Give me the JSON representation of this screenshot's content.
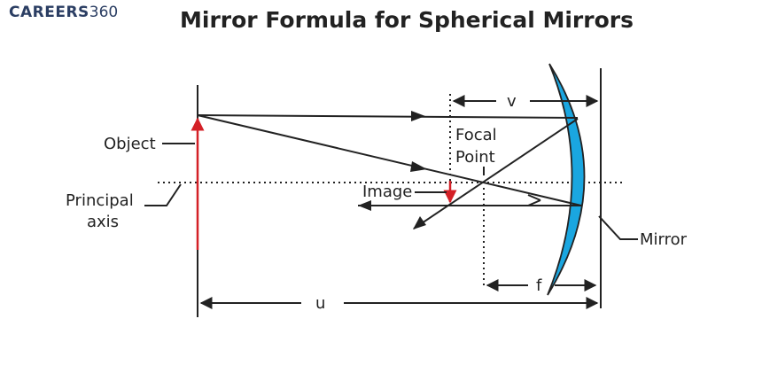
{
  "logo": {
    "brand": "CAREERS",
    "number": "360"
  },
  "title": "Mirror Formula for Spherical Mirrors",
  "labels": {
    "object": "Object",
    "principal_line1": "Principal",
    "principal_line2": "axis",
    "image": "Image",
    "focal_line1": "Focal",
    "focal_line2": "Point",
    "mirror": "Mirror",
    "v": "v",
    "f": "f",
    "u": "u"
  },
  "colors": {
    "mirror_fill": "#1aa6e0",
    "object_arrow": "#d42027",
    "image_arrow": "#d42027",
    "lines": "#222222",
    "logo": "#2b3e63"
  }
}
